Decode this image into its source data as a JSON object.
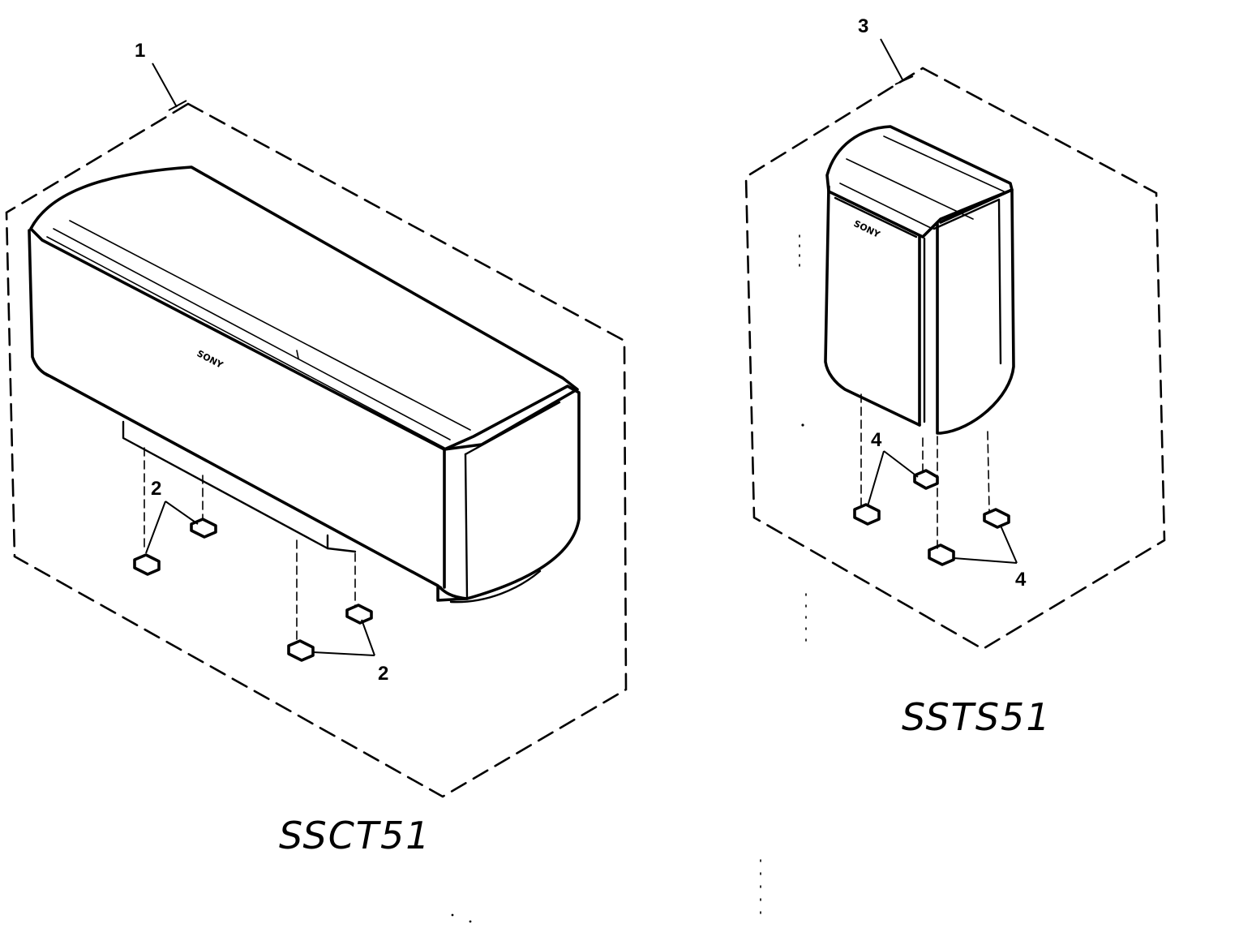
{
  "callouts": {
    "center_unit": "1",
    "center_feet_left": "2",
    "center_feet_right": "2",
    "satellite_unit": "3",
    "satellite_feet_top": "4",
    "satellite_feet_bottom": "4"
  },
  "model_labels": {
    "center": "SSCT51",
    "satellite": "SSTS51"
  },
  "brand_logo": {
    "center": "SONY",
    "satellite": "SONY"
  }
}
